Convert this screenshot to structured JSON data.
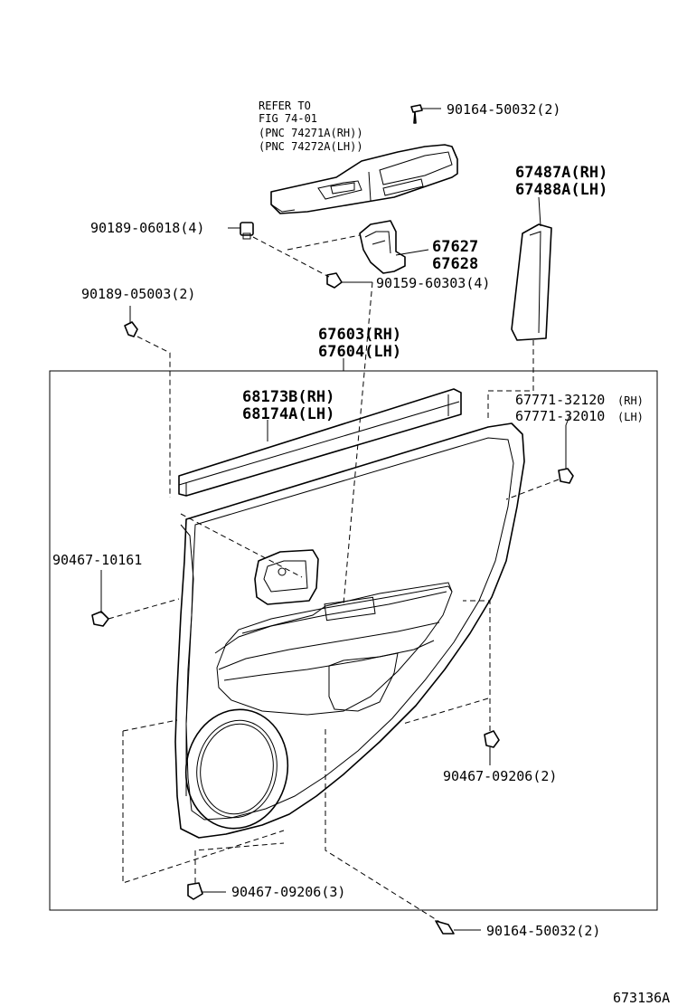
{
  "figure": {
    "id": "673136A"
  },
  "callouts": {
    "refer_line1": "REFER TO",
    "refer_line2": "FIG 74-01",
    "pnc_rh": "(PNC 74271A(RH))",
    "pnc_lh": "(PNC 74272A(LH))",
    "screw_top": "90164-50032(2)",
    "clip_06018": "90189-06018(4)",
    "bracket_a": "67627",
    "bracket_b": "67628",
    "screw_60303": "90159-60303(4)",
    "clip_05003": "90189-05003(2)",
    "cover_rh": "67487A(RH)",
    "cover_lh": "67488A(LH)",
    "panel_rh": "67603(RH)",
    "panel_lh": "67604(LH)",
    "weather_rh": "68173B(RH)",
    "weather_lh": "68174A(LH)",
    "clip_32120": "67771-32120",
    "clip_32120_side": "(RH)",
    "clip_32010": "67771-32010",
    "clip_32010_side": "(LH)",
    "clip_10161": "90467-10161",
    "clip_09206_right": "90467-09206(2)",
    "clip_09206_bottom": "90467-09206(3)",
    "screw_bottom": "90164-50032(2)"
  }
}
